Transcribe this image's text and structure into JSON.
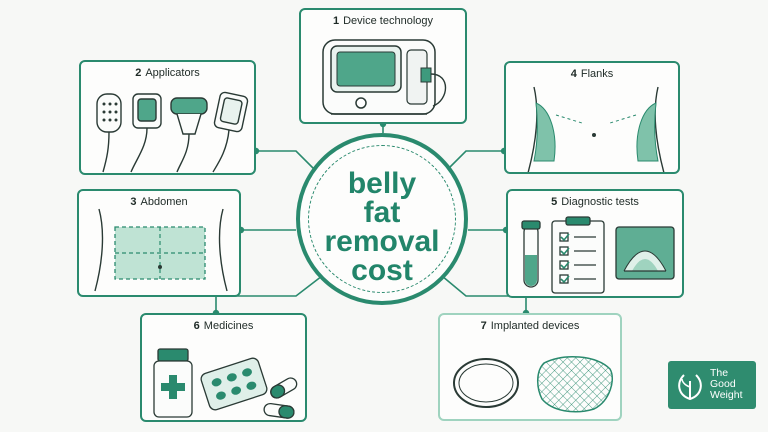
{
  "hub": {
    "lines": [
      "belly",
      "fat",
      "removal",
      "cost"
    ]
  },
  "cards": [
    {
      "id": "device-technology",
      "number": "1",
      "label": "Device technology"
    },
    {
      "id": "applicators",
      "number": "2",
      "label": "Applicators"
    },
    {
      "id": "abdomen",
      "number": "3",
      "label": "Abdomen"
    },
    {
      "id": "flanks",
      "number": "4",
      "label": "Flanks"
    },
    {
      "id": "diagnostic-tests",
      "number": "5",
      "label": "Diagnostic tests"
    },
    {
      "id": "medicines",
      "number": "6",
      "label": "Medicines"
    },
    {
      "id": "implanted-devices",
      "number": "7",
      "label": "Implanted devices"
    }
  ],
  "brand": {
    "lines": [
      "The",
      "Good",
      "Weight"
    ],
    "icon": "leaf-logo-icon"
  },
  "colors": {
    "primary": "#2a8a6e",
    "fill": "#bfe3d4",
    "light_border": "#9fd3bf",
    "brand_bg": "#2f8c6f"
  }
}
